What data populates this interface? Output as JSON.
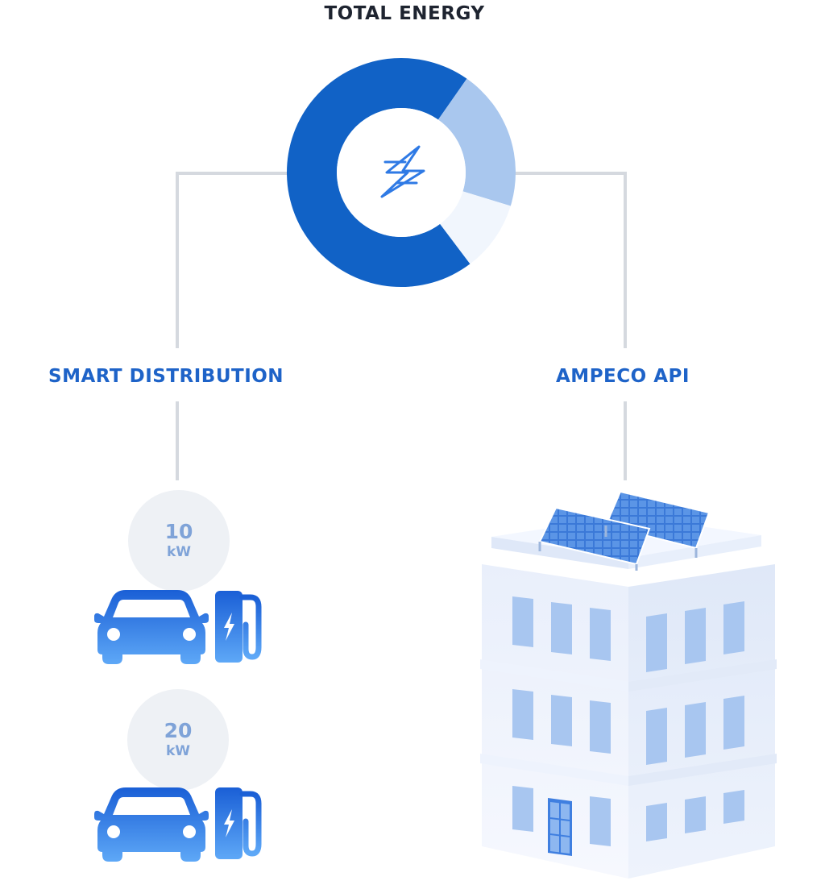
{
  "diagram": {
    "title": "TOTAL ENERGY",
    "left_branch": {
      "label": "SMART DISTRIBUTION"
    },
    "right_branch": {
      "label": "AMPECO API"
    },
    "stations": [
      {
        "value": "10",
        "unit": "kW"
      },
      {
        "value": "20",
        "unit": "kW"
      }
    ],
    "donut_slices": [
      {
        "fraction": 0.7,
        "color": "#1162c6"
      },
      {
        "fraction": 0.2,
        "color": "#a9c7ee"
      },
      {
        "fraction": 0.1,
        "color": "#f1f6fd"
      }
    ]
  },
  "colors": {
    "accent": "#1e63c8",
    "connector": "#d5d9df",
    "bubble": "#eef1f5",
    "bubble_text": "#7fa3d8",
    "icon_gradient_top": "#1a5fd6",
    "icon_gradient_bottom": "#5ea8f7"
  },
  "icons": {
    "center": "lightning-bolt-icon",
    "vehicle": "car-icon",
    "charger": "ev-charger-icon",
    "building": "office-building-icon",
    "solar": "solar-panel-icon"
  }
}
